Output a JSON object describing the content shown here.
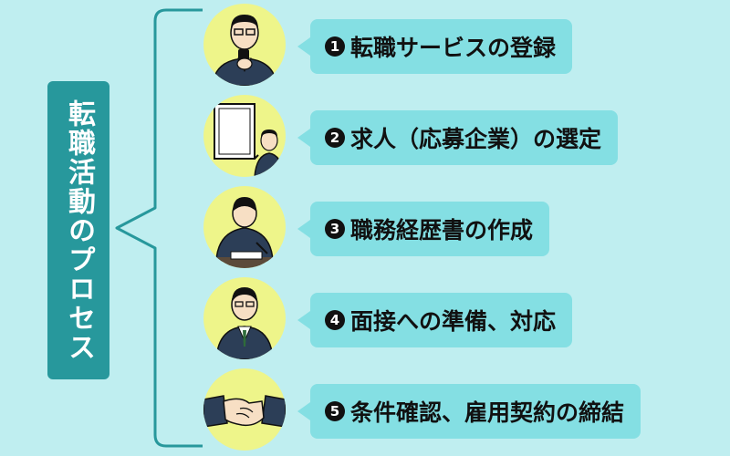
{
  "title": "転職活動のプロセス",
  "steps": [
    {
      "number": "1",
      "label": "転職サービスの登録",
      "icon": "smartphone-user-icon"
    },
    {
      "number": "2",
      "label": "求人（応募企業）の選定",
      "icon": "signboard-user-icon"
    },
    {
      "number": "3",
      "label": "職務経歴書の作成",
      "icon": "writing-user-icon"
    },
    {
      "number": "4",
      "label": "面接への準備、対応",
      "icon": "interview-user-icon"
    },
    {
      "number": "5",
      "label": "条件確認、雇用契約の締結",
      "icon": "handshake-icon"
    }
  ],
  "colors": {
    "background": "#bfeef0",
    "title_box": "#27989c",
    "label_box": "#84dfe3",
    "avatar_bg": "#eef58a",
    "bracket": "#27989c"
  }
}
